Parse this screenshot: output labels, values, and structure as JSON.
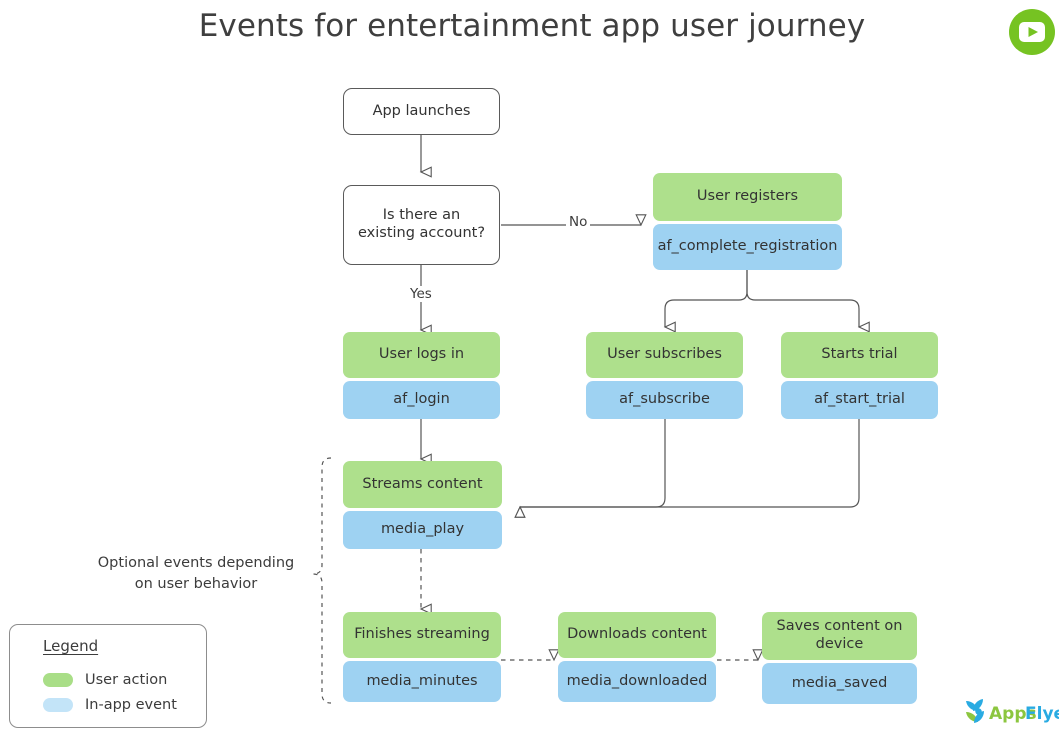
{
  "title": "Events for entertainment app user journey",
  "colors": {
    "user_action": "#aee08c",
    "in_app_event": "#9ed2f2",
    "legend_action": "#a9de87",
    "legend_event": "#c3e4f8",
    "line": "#555555",
    "badge_green": "#76c322",
    "logo_green": "#8cc63f",
    "logo_blue": "#29abe2"
  },
  "brand": {
    "play_badge_name": "play-button-icon",
    "logo_text_1": "Apps",
    "logo_text_2": "Flyer"
  },
  "nodes": {
    "app_launches": {
      "label": "App launches"
    },
    "existing_account": {
      "label": "Is there an existing account?"
    },
    "user_registers": {
      "action": "User registers",
      "event": "af_complete_registration"
    },
    "user_logs_in": {
      "action": "User logs in",
      "event": "af_login"
    },
    "user_subscribes": {
      "action": "User subscribes",
      "event": "af_subscribe"
    },
    "starts_trial": {
      "action": "Starts trial",
      "event": "af_start_trial"
    },
    "streams_content": {
      "action": "Streams content",
      "event": "media_play"
    },
    "finishes_streaming": {
      "action": "Finishes streaming",
      "event": "media_minutes"
    },
    "downloads_content": {
      "action": "Downloads content",
      "event": "media_downloaded"
    },
    "saves_content": {
      "action": "Saves content on device",
      "event": "media_saved"
    }
  },
  "edge_labels": {
    "no": "No",
    "yes": "Yes"
  },
  "annotations": {
    "optional_events": "Optional events depending on user behavior"
  },
  "legend": {
    "title": "Legend",
    "items": [
      {
        "label": "User action",
        "color": "#a9de87"
      },
      {
        "label": "In-app event",
        "color": "#c3e4f8"
      }
    ]
  }
}
